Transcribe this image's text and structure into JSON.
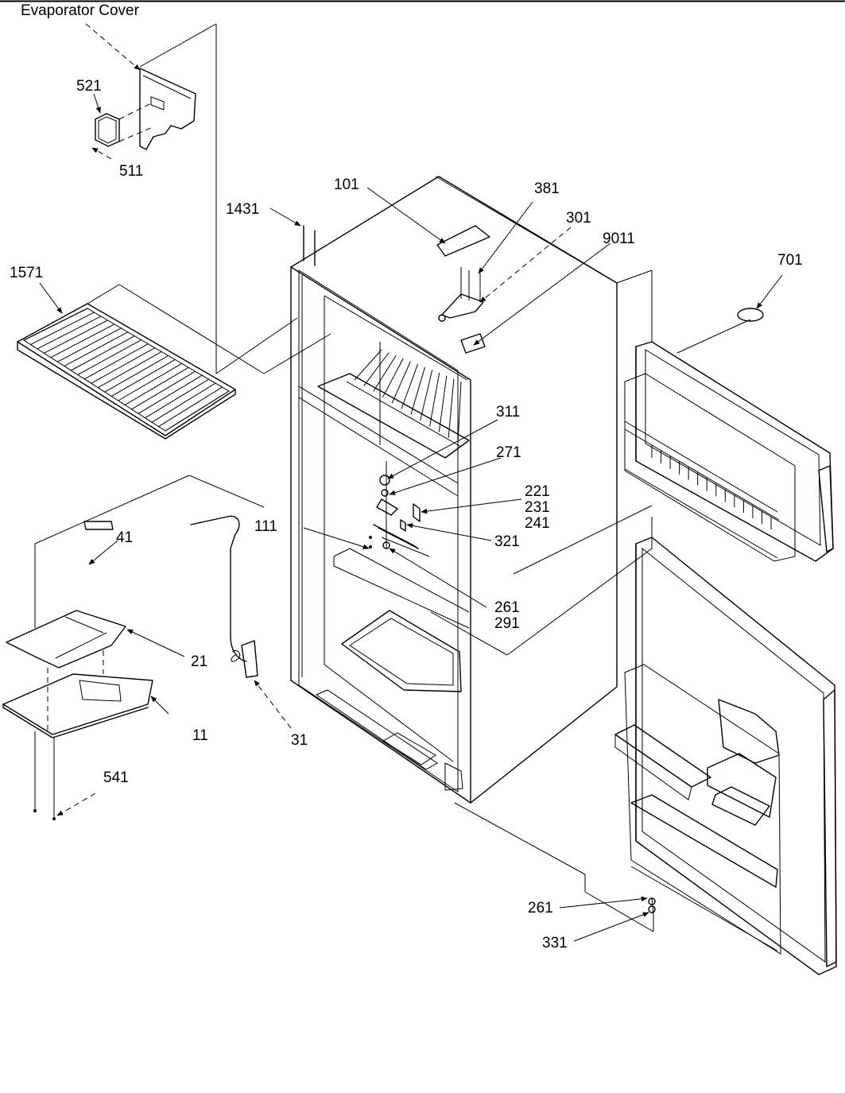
{
  "title": "Evaporator Cover",
  "callouts": {
    "c521": "521",
    "c511": "511",
    "c1431": "1431",
    "c101": "101",
    "c381": "381",
    "c301": "301",
    "c9011": "9011",
    "c1571": "1571",
    "c701": "701",
    "c311": "311",
    "c271": "271",
    "c221": "221",
    "c231": "231",
    "c241": "241",
    "c111": "111",
    "c321": "321",
    "c41": "41",
    "c261a": "261",
    "c291": "291",
    "c21": "21",
    "c11": "11",
    "c31": "31",
    "c541": "541",
    "c261b": "261",
    "c331": "331"
  }
}
